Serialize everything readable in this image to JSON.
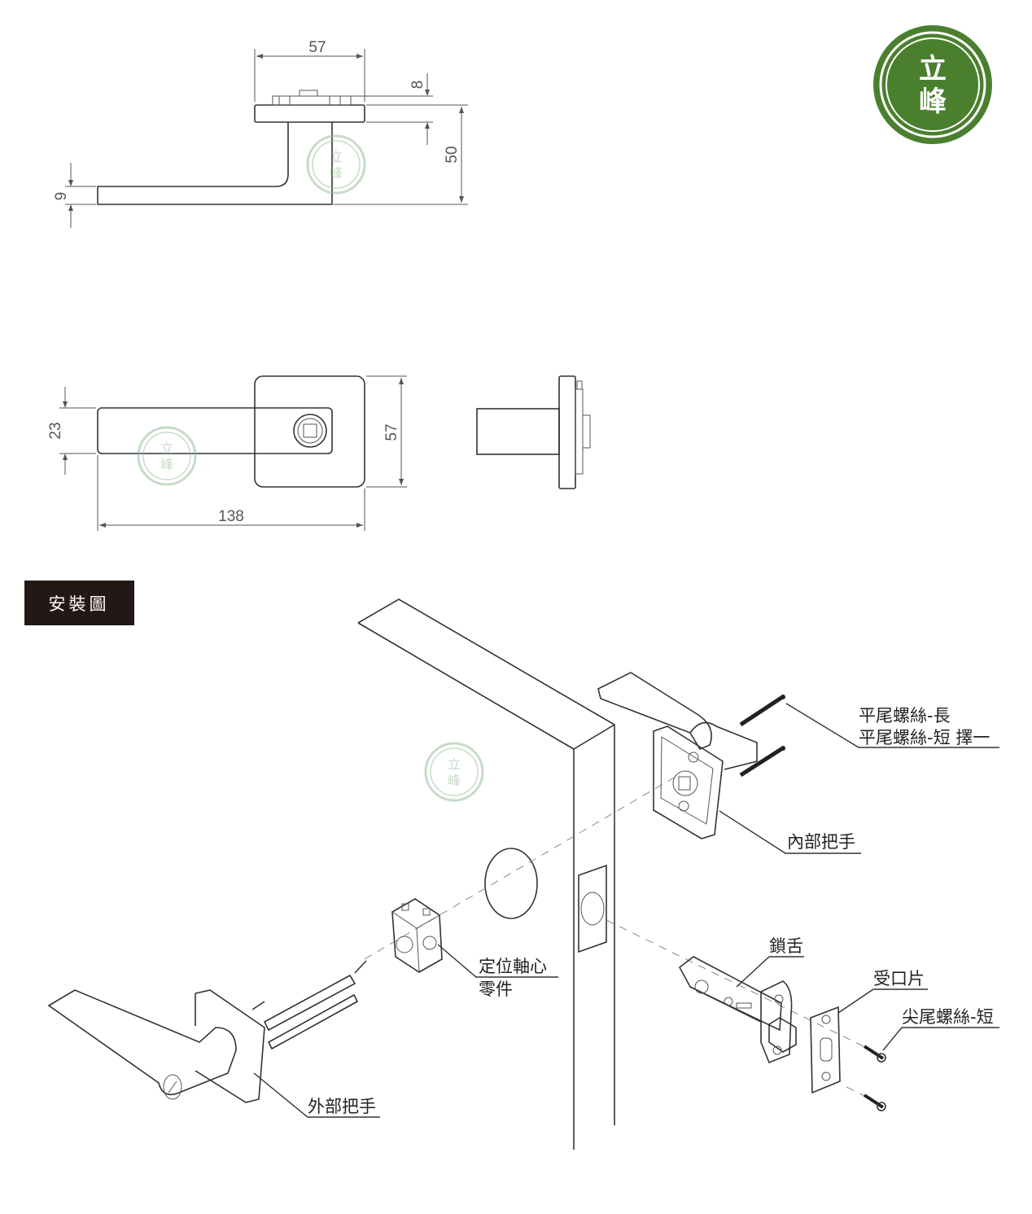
{
  "brand": {
    "logo_char_1": "立",
    "logo_char_2": "峰",
    "logo_color": "#4a7f2e",
    "watermark_color": "#8fb98f"
  },
  "dimensions": {
    "side_width": "57",
    "rose_thickness": "8",
    "projection": "50",
    "lever_thickness": "9",
    "lever_height": "23",
    "rose_height": "57",
    "lever_length": "138"
  },
  "section": {
    "title": "安裝圖",
    "background": "#231815"
  },
  "parts": {
    "screw_long": "平尾螺絲-長",
    "screw_short_choice": "平尾螺絲-短 擇一",
    "inner_handle": "內部把手",
    "spindle_line1": "定位軸心",
    "spindle_line2": "零件",
    "latch": "鎖舌",
    "strike_plate": "受口片",
    "pointed_screw": "尖尾螺絲-短",
    "outer_handle": "外部把手"
  }
}
